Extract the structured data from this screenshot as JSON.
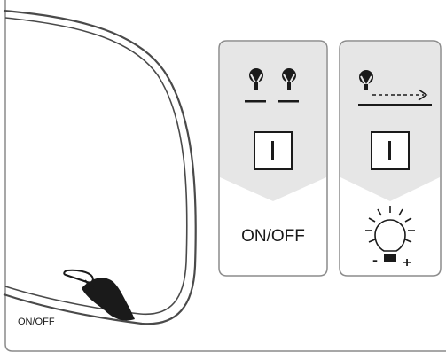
{
  "mirror": {
    "caption": "ON/OFF"
  },
  "panels": [
    {
      "gesture": "double-tap",
      "result_label": "ON/OFF"
    },
    {
      "gesture": "tap-and-swipe",
      "result_icon": "dimmer-bulb-icon",
      "minus": "-",
      "plus": "+"
    }
  ],
  "colors": {
    "panel_bg": "#e6e6e6",
    "panel_border": "#8c8c8c",
    "frame": "#555555",
    "ink": "#1a1a1a"
  }
}
